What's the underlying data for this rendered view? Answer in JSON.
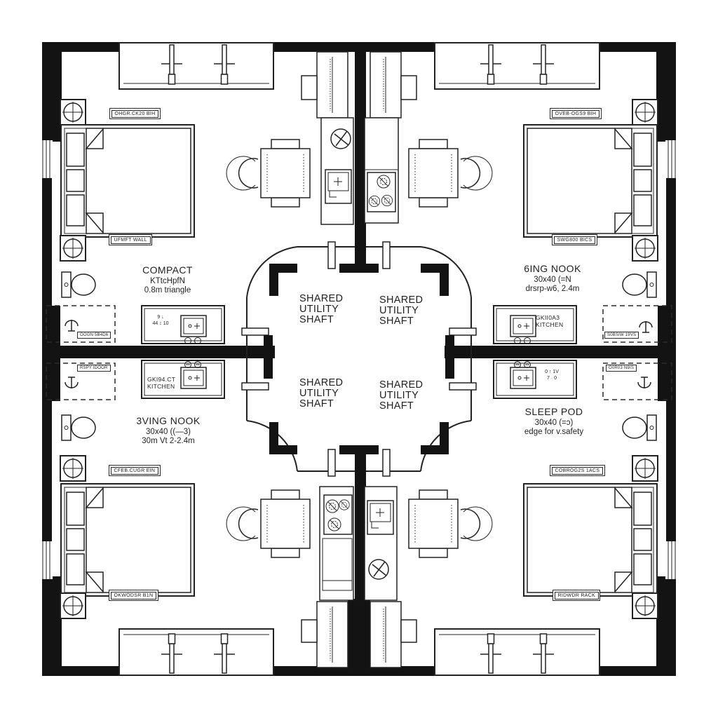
{
  "shaft": {
    "line1": "SHARED",
    "line2": "UTILITY",
    "line3": "SHAFT"
  },
  "rooms": {
    "top_left": {
      "l1": "COMPACT",
      "l2": "KTtcHpfN",
      "l3": "0.8m triangle"
    },
    "top_right": {
      "l1": "6ING NOOK",
      "l2": "30x40 (=N",
      "l3": "drsrp-w6, 2.4m"
    },
    "bottom_left": {
      "l1": "3VING NOOK",
      "l2": "30x40 ((—3)",
      "l3": "30m Vt 2-2.4m"
    },
    "bottom_right": {
      "l1": "SLEEP POD",
      "l2": "30x40 (=ɔ)",
      "l3": "edge for v.safety"
    }
  },
  "bed_labels": {
    "tl_top": "OHGR.CK20 BIH",
    "tl_bottom": "UFMFT WALL",
    "tr_top": "OVEB-OGS9 BIH",
    "tr_bottom": "SWG800 BICS",
    "bl_top": "CFEB.CUGR EIN",
    "bl_bottom": "OKWODSR B1N",
    "br_top": "COBROG2S 1ACS",
    "br_bottom": "RIDWDR RACK"
  },
  "closet_labels": {
    "left_top": "OOGN 5B4D6",
    "left_bottom": "RSPY IDOOR",
    "right_top": "S0BSIW 19VS",
    "right_bottom": "O0R03 N9IS"
  },
  "kitchen_labels": {
    "left": {
      "l1": "GKI94.CT",
      "l2": "KITCHEN"
    },
    "right": {
      "l1": "GKII0A3",
      "l2": "KITCHEN"
    }
  },
  "dim_marks": {
    "left_top": {
      "l1": "9 ↓",
      "l2": "44 ↕ 10"
    },
    "right_bottom": {
      "l1": "0 ↑ 1V",
      "l2": "7 · 0"
    }
  },
  "icons": {
    "column_marker": "circle-cross-marker",
    "fan": "extract-fan-circle-x",
    "hook": "closet-hook"
  },
  "colors": {
    "ink": "#1f1f1f",
    "wall": "#131313",
    "bg": "#ffffff"
  }
}
